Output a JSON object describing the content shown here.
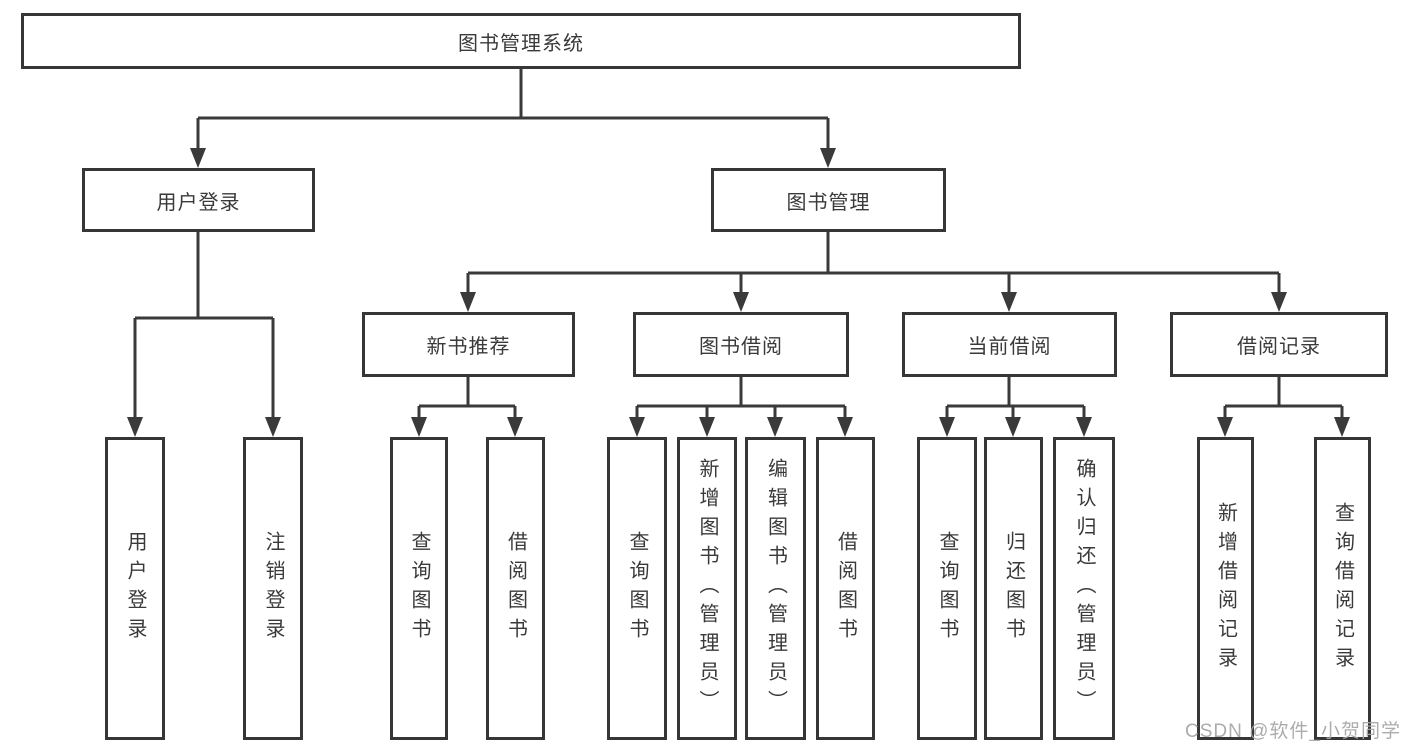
{
  "nodes": {
    "root": {
      "label": "图书管理系统"
    },
    "user_login": {
      "label": "用户登录"
    },
    "book_mgmt": {
      "label": "图书管理"
    },
    "new_book_rec": {
      "label": "新书推荐"
    },
    "book_borrow": {
      "label": "图书借阅"
    },
    "current_borrow": {
      "label": "当前借阅"
    },
    "borrow_record": {
      "label": "借阅记录"
    },
    "leaf_user_login": {
      "label": "用户登录"
    },
    "leaf_logout": {
      "label": "注销登录"
    },
    "leaf_query_books_rec": {
      "label": "查询图书"
    },
    "leaf_borrow_books_rec": {
      "label": "借阅图书"
    },
    "leaf_query_books_borrow": {
      "label": "查询图书"
    },
    "leaf_add_books": {
      "label": "新增图书（管理员）"
    },
    "leaf_edit_books": {
      "label": "编辑图书（管理员）"
    },
    "leaf_borrow_books": {
      "label": "借阅图书"
    },
    "leaf_query_books_current": {
      "label": "查询图书"
    },
    "leaf_return_books": {
      "label": "归还图书"
    },
    "leaf_confirm_return": {
      "label": "确认归还（管理员）"
    },
    "leaf_add_borrow_record": {
      "label": "新增借阅记录"
    },
    "leaf_query_borrow_record": {
      "label": "查询借阅记录"
    }
  },
  "watermark": {
    "text": "CSDN @软件_小贺同学"
  },
  "colors": {
    "line": "#3a3a3a",
    "box_border": "#363636",
    "text": "#3a3a3a",
    "watermark": "#a8a8a8",
    "background": "#ffffff"
  }
}
